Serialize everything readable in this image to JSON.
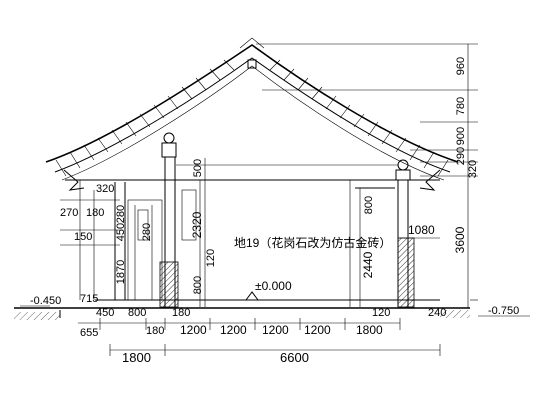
{
  "dimensions": {
    "right": [
      "960",
      "780",
      "900",
      "290",
      "320",
      "3600"
    ],
    "right_tail": "240",
    "left": [
      "320",
      "180",
      "270",
      "280",
      "150",
      "450",
      "280",
      "1870",
      "715",
      "450",
      "800"
    ],
    "center_vertical": [
      "500",
      "2320",
      "120",
      "800"
    ],
    "right_inner": [
      "800",
      "1080",
      "2440"
    ],
    "bottom_row1": [
      "655",
      "180",
      "180",
      "1200",
      "1200",
      "1200",
      "1200",
      "1800"
    ],
    "bottom_row2": [
      "1800",
      "6600"
    ],
    "floor_120": "120"
  },
  "levels": {
    "left": "-0.450",
    "center": "±0.000",
    "right": "-0.750"
  },
  "note": "地19（花岗石改为仿古金砖）"
}
